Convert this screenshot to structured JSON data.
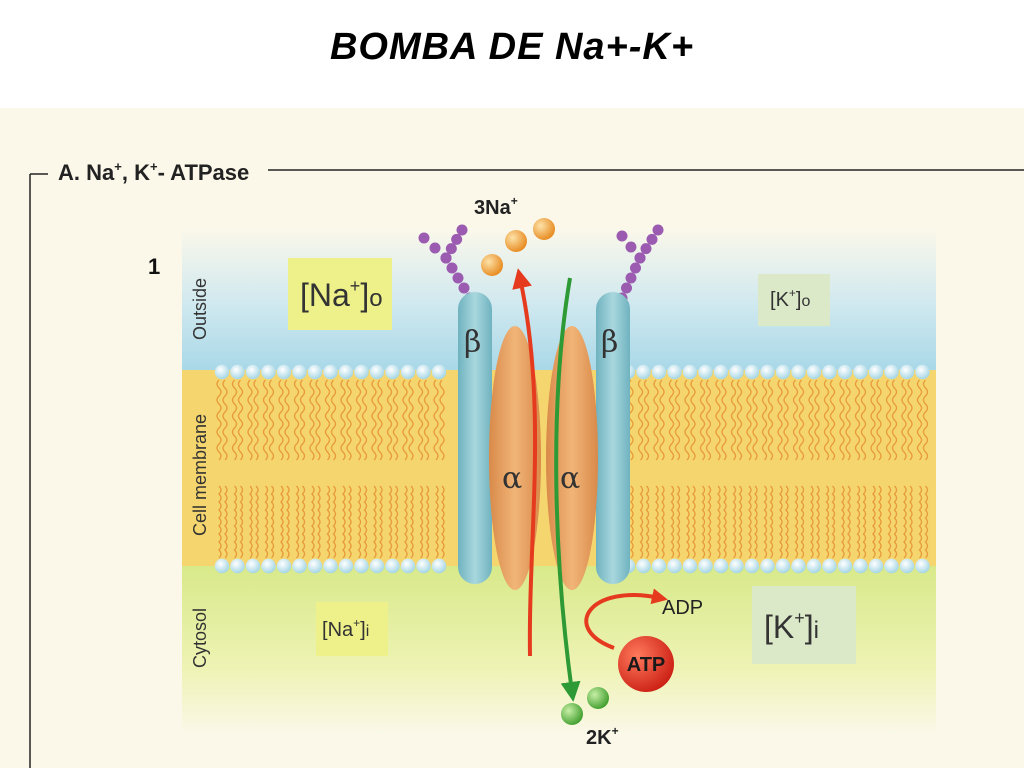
{
  "title": "BOMBA DE Na+-K+",
  "section": {
    "heading_prefix": "A. Na",
    "heading_sup1": "+",
    "heading_mid": ", K",
    "heading_sup2": "+",
    "heading_suffix": "- ATPase",
    "panel_number": "1"
  },
  "regions": {
    "outside": "Outside",
    "membrane": "Cell membrane",
    "cytosol": "Cytosol"
  },
  "concentrations": {
    "na_outside": {
      "ion": "Na",
      "charge": "+",
      "sub": "o"
    },
    "k_outside": {
      "ion": "K",
      "charge": "+",
      "sub": "o"
    },
    "na_inside": {
      "ion": "Na",
      "charge": "+",
      "sub": "i"
    },
    "k_inside": {
      "ion": "K",
      "charge": "+",
      "sub": "i"
    }
  },
  "subunits": {
    "beta": "β",
    "alpha": "α"
  },
  "ions": {
    "sodium": {
      "count": "3",
      "ion": "Na",
      "charge": "+"
    },
    "potassium": {
      "count": "2",
      "ion": "K",
      "charge": "+"
    }
  },
  "energy": {
    "atp": "ATP",
    "adp": "ADP"
  },
  "colors": {
    "outside_bg": "#bfe2ee",
    "membrane": "#f5d66e",
    "lipid_tail": "#e89b3c",
    "lipid_head": "#d4eef5",
    "cytosol_bg": "#e6ee92",
    "beta_subunit": "#8fc6cf",
    "alpha_subunit": "#e8a766",
    "sodium_arrow": "#e63a1f",
    "potassium_arrow": "#2e9a35",
    "sodium_ball": "#f2a23c",
    "potassium_ball": "#6cc24a",
    "atp": "#e62a1e",
    "glycan": "#9b5bb0",
    "label_box": "#eef08a",
    "label_box_k": "#dbe9c9"
  }
}
